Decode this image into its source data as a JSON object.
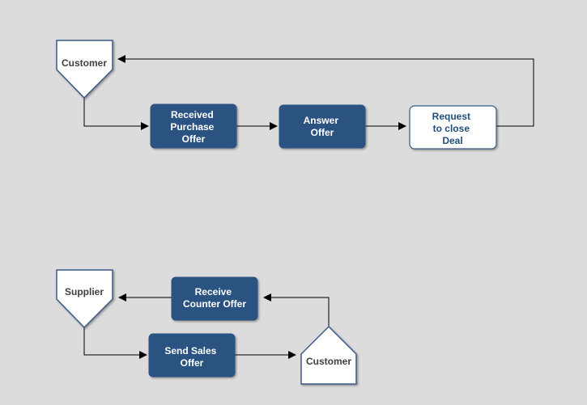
{
  "colors": {
    "background": "#dcdcdc",
    "process_fill": "#2a5282",
    "process_text": "#ffffff",
    "shape_stroke": "#3a5a88",
    "light_fill": "#ffffff",
    "light_text": "#1f4e79",
    "actor_text": "#404040",
    "connector": "#000000"
  },
  "flow_top": {
    "customer": {
      "label": "Customer"
    },
    "received_purchase_offer": {
      "lines": [
        "Received",
        "Purchase",
        "Offer"
      ]
    },
    "answer_offer": {
      "lines": [
        "Answer",
        "Offer"
      ]
    },
    "request_to_close_deal": {
      "lines": [
        "Request",
        "to close",
        "Deal"
      ]
    }
  },
  "flow_bottom": {
    "supplier": {
      "label": "Supplier"
    },
    "receive_counter_offer": {
      "lines": [
        "Receive",
        "Counter Offer"
      ]
    },
    "send_sales_offer": {
      "lines": [
        "Send Sales",
        "Offer"
      ]
    },
    "customer": {
      "label": "Customer"
    }
  }
}
